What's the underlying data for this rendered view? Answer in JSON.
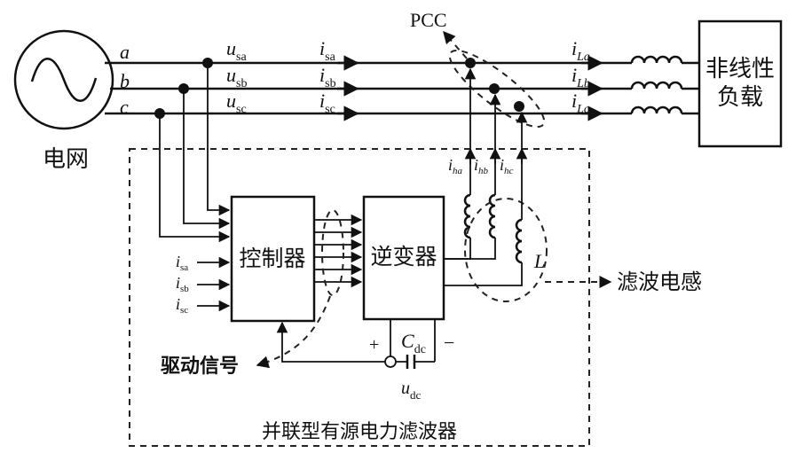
{
  "grid": {
    "label": "电网",
    "phase_a": "a",
    "phase_b": "b",
    "phase_c": "c"
  },
  "load": {
    "line1": "非线性",
    "line2": "负载"
  },
  "pcc": {
    "label": "PCC"
  },
  "voltages": {
    "usa": {
      "main": "u",
      "sub": "sa"
    },
    "usb": {
      "main": "u",
      "sub": "sb"
    },
    "usc": {
      "main": "u",
      "sub": "sc"
    }
  },
  "source_currents": {
    "isa": {
      "main": "i",
      "sub": "sa"
    },
    "isb": {
      "main": "i",
      "sub": "sb"
    },
    "isc": {
      "main": "i",
      "sub": "sc"
    }
  },
  "load_currents": {
    "iLa": {
      "main": "i",
      "sub": "La"
    },
    "iLb": {
      "main": "i",
      "sub": "Lb"
    },
    "iLc": {
      "main": "i",
      "sub": "Lc"
    }
  },
  "harmonic_currents": {
    "iha": {
      "main": "i",
      "sub": "ha"
    },
    "ihb": {
      "main": "i",
      "sub": "hb"
    },
    "ihc": {
      "main": "i",
      "sub": "hc"
    }
  },
  "controller": {
    "label": "控制器",
    "inputs": [
      {
        "main": "i",
        "sub": "sa"
      },
      {
        "main": "i",
        "sub": "sb"
      },
      {
        "main": "i",
        "sub": "sc"
      }
    ]
  },
  "inverter": {
    "label": "逆变器"
  },
  "capacitor": {
    "main": "C",
    "sub": "dc",
    "plus": "+",
    "minus": "−"
  },
  "dc_voltage": {
    "main": "u",
    "sub": "dc"
  },
  "inductor": {
    "label": "L"
  },
  "filter_inductor_label": "滤波电感",
  "drive_signal_label": "驱动信号",
  "apf_label": "并联型有源电力滤波器"
}
